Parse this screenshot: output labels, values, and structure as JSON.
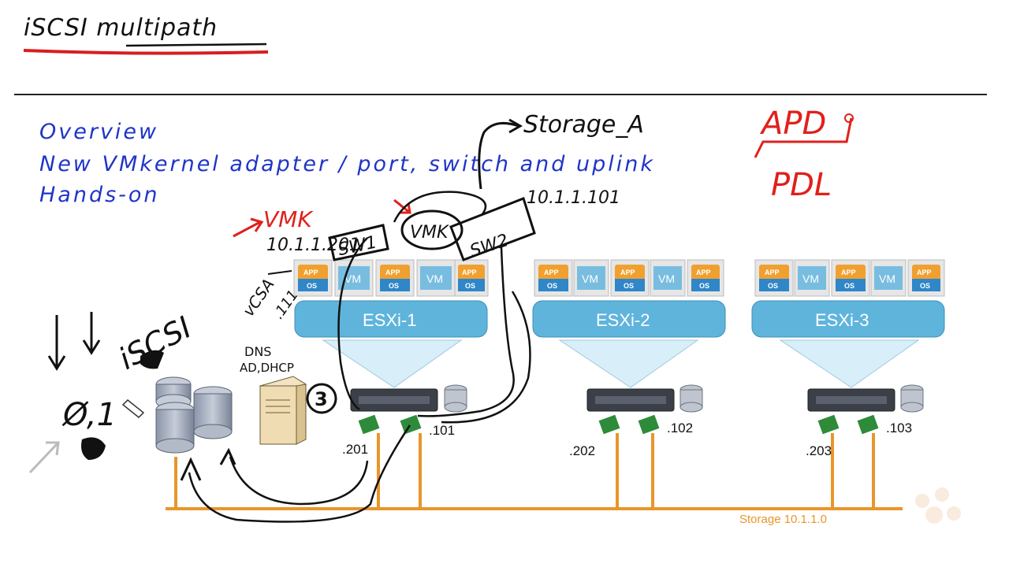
{
  "title": "iSCSI multipath",
  "agenda": [
    "Overview",
    "New VMkernel adapter / port, switch and uplink",
    "Hands-on"
  ],
  "annotations": {
    "apd": "APD",
    "pdl": "PDL",
    "storage_a": "Storage_A",
    "storage_a_ip": "10.1.1.101",
    "vmk_red": "VMK",
    "vmk_ip": "10.1.1.201",
    "vmk_box": "VMK",
    "sw1": "SW1",
    "sw2": "SW2",
    "vcsa": "vCSA",
    "vcsa_ip": ".111",
    "iscsi": "iSCSI",
    "zero_one": "Ø,1",
    "dns": "DNS",
    "ad_dhcp": "AD,DHCP",
    "circle_3": "3"
  },
  "hosts": [
    {
      "name": "ESXi-1",
      "nic_ip": ".201",
      "storage_ip": ".101"
    },
    {
      "name": "ESXi-2",
      "nic_ip": ".202",
      "storage_ip": ".102"
    },
    {
      "name": "ESXi-3",
      "nic_ip": ".203",
      "storage_ip": ".103"
    }
  ],
  "vm_labels": {
    "app": "APP",
    "os": "OS",
    "vm": "VM"
  },
  "storage_network": "Storage 10.1.1.0",
  "colors": {
    "agenda_blue": "#1f35c8",
    "annotation_red": "#e0201c",
    "host_blue": "#5fb4dc",
    "storage_orange": "#e8962a"
  }
}
